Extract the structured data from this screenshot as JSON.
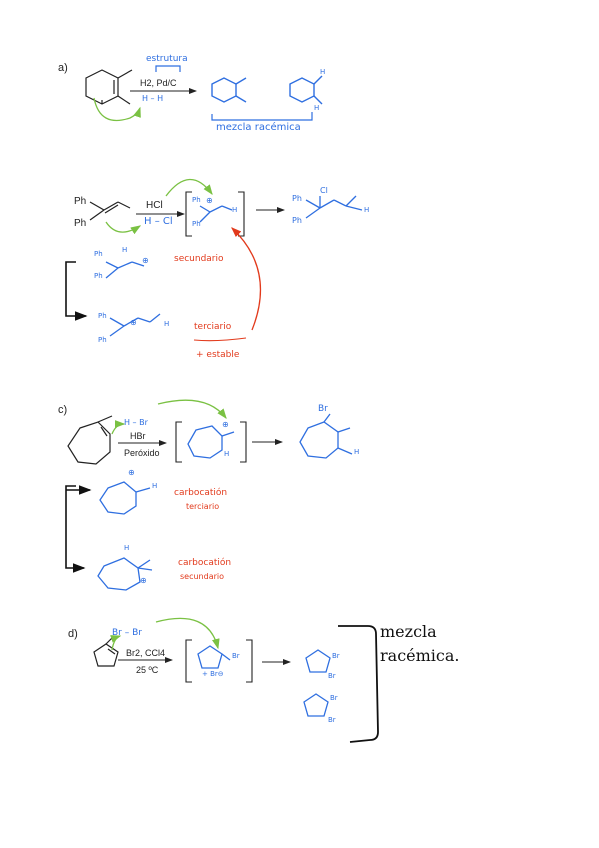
{
  "colors": {
    "ink": "#222222",
    "blue": "#2f6fe0",
    "red": "#e23a1c",
    "green": "#7ac143"
  },
  "section_a": {
    "label": "a)",
    "conditions": "H2, Pd/C",
    "note_top": "estrutura",
    "note_hh": "H – H",
    "product_note": "mezcla racémica",
    "h_label": "H"
  },
  "section_b": {
    "ph": "Ph",
    "conditions_top": "HCl",
    "conditions_hw": "H – Cl",
    "cl": "Cl",
    "h": "H",
    "plus": "⊕",
    "note_secondary": "secundario",
    "note_tertiary": "terciario",
    "note_stable": "+ estable"
  },
  "section_c": {
    "label": "c)",
    "conditions_hw": "H – Br",
    "conditions_1": "HBr",
    "conditions_2": "Peróxido",
    "br": "Br",
    "h": "H",
    "plus": "⊕",
    "note_tertiary_1": "carbocatión",
    "note_tertiary_2": "terciario",
    "note_secondary_1": "carbocatión",
    "note_secondary_2": "secundario"
  },
  "section_d": {
    "label": "d)",
    "conditions_hw": "Br – Br",
    "conditions_1": "Br2, CCl4",
    "conditions_2": "25 ºC",
    "br": "Br",
    "br_minus": "+ Br⊖",
    "note_1": "mezcla",
    "note_2": "racémica."
  }
}
